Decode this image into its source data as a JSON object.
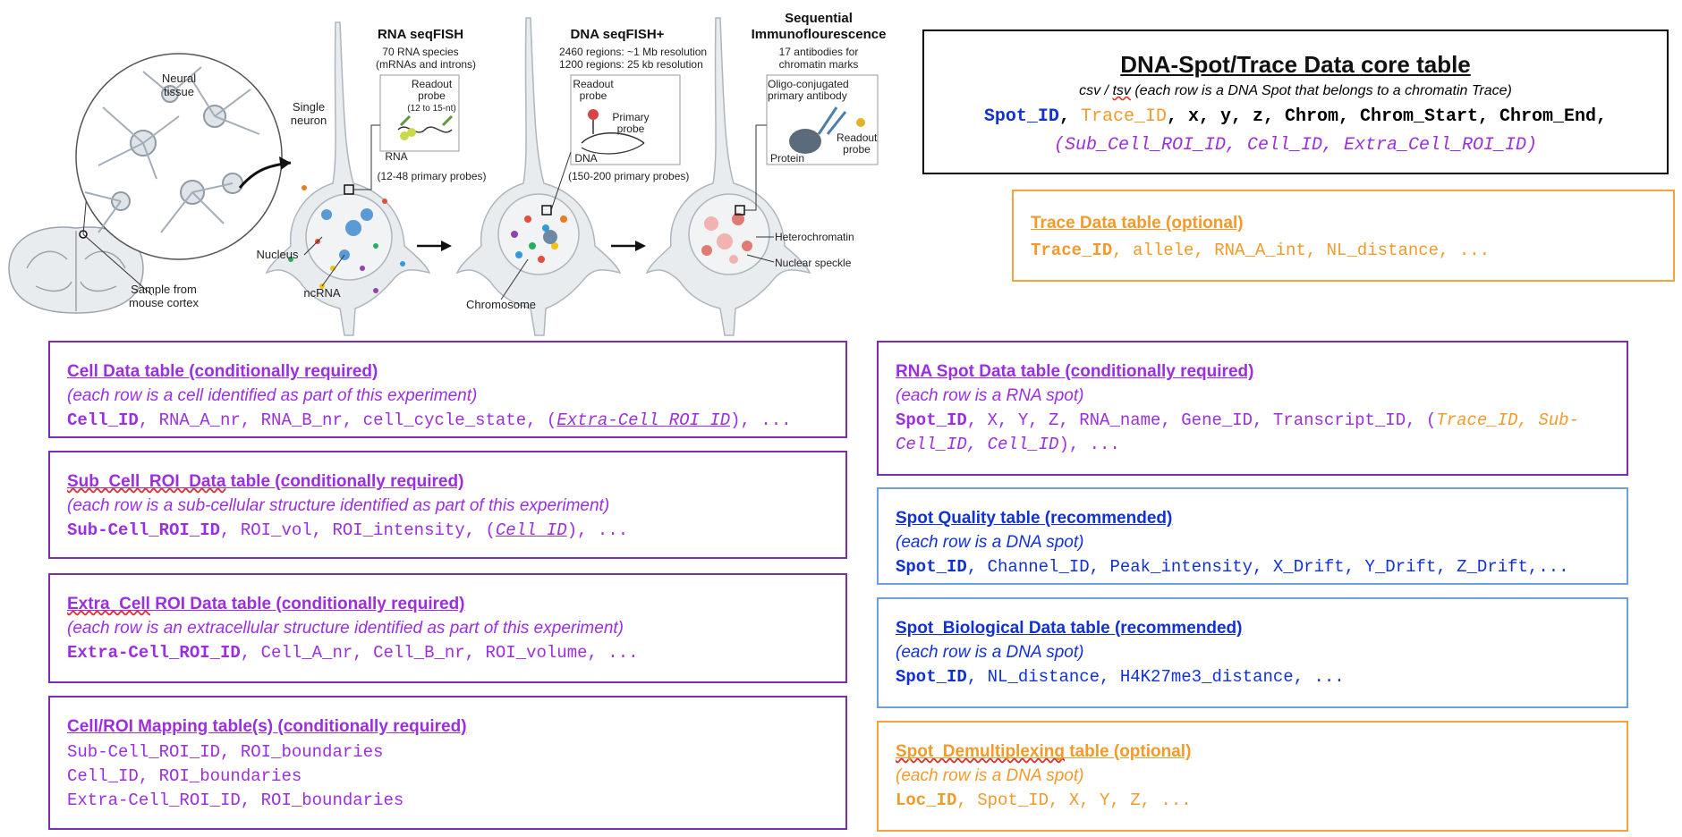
{
  "figure": {
    "neural_tissue": "Neural\ntissue",
    "single_neuron": "Single\nneuron",
    "sample": "Sample from\nmouse cortex",
    "nucleus": "Nucleus",
    "ncrna": "ncRNA",
    "chromosome": "Chromosome",
    "rna": {
      "head": "RNA seqFISH",
      "sub1": "70 RNA species",
      "sub2": "(mRNAs and introns)",
      "readout": "Readout\nprobe",
      "readout_len": "(12 to 15-nt)",
      "mol": "RNA",
      "primary": "(12-48 primary probes)"
    },
    "dna": {
      "head": "DNA seqFISH+",
      "sub1": "2460 regions: ~1 Mb resolution",
      "sub2": "1200 regions: 25 kb resolution",
      "readout": "Readout\nprobe",
      "primary_probe": "Primary\nprobe",
      "mol": "DNA",
      "primary": "(150-200 primary probes)"
    },
    "if": {
      "head": "Sequential\nImmunoflourescence",
      "sub1": "17 antibodies for",
      "sub2": "chromatin marks",
      "oligo": "Oligo-conjugated\nprimary antibody",
      "readout": "Readout\nprobe",
      "mol": "Protein",
      "hetero": "Heterochromatin",
      "speckle": "Nuclear speckle"
    }
  },
  "core": {
    "title": "DNA-Spot/Trace Data core table",
    "desc_pre": "csv / ",
    "desc_tsv": "tsv",
    "desc_post": " (each row is a DNA Spot that belongs to a chromatin Trace)",
    "f_spot": "Spot_ID",
    "sep1": ", ",
    "f_trace": "Trace_ID",
    "f_rest": ", x, y, z, Chrom, Chrom_Start, Chrom_End,",
    "line2": "(Sub_Cell_ROI_ID, Cell_ID, Extra_Cell_ROI_ID)"
  },
  "trace": {
    "title": "Trace Data table (optional)",
    "key": "Trace_ID",
    "rest": ", allele, RNA_A_int, NL_distance, ..."
  },
  "cell": {
    "title": "Cell Data table (conditionally required)",
    "desc": "(each row is a cell identified as part of this experiment)",
    "key": "Cell_ID",
    "rest_pre": ", RNA_A_nr, RNA_B_nr, cell_cycle_state, (",
    "link": "Extra-Cell_ROI_ID",
    "rest_post": "), ..."
  },
  "subcell": {
    "title_a": "Sub_Cell_ROI_Data",
    "title_b": " table (conditionally required)",
    "desc": "(each row is a sub-cellular structure identified as part of this experiment)",
    "key": "Sub-Cell_ROI_ID",
    "rest_pre": ", ROI_vol, ROI_intensity, (",
    "link": "Cell_ID",
    "rest_post": "), ..."
  },
  "extracell": {
    "title_a": "Extra_Cell",
    "title_b": " ROI Data table (conditionally required)",
    "desc": "(each row is an extracellular structure identified as part of this experiment)",
    "key": "Extra-Cell_ROI_ID",
    "rest": ", Cell_A_nr, Cell_B_nr, ROI_volume, ..."
  },
  "mapping": {
    "title": "Cell/ROI Mapping table(s) (conditionally required)",
    "lines": [
      "Sub-Cell_ROI_ID, ROI_boundaries",
      "Cell_ID, ROI_boundaries",
      "Extra-Cell_ROI_ID, ROI_boundaries"
    ]
  },
  "rnaspot": {
    "title": "RNA Spot Data table (conditionally required)",
    "desc": "(each row is a RNA spot)",
    "key": "Spot_ID",
    "rest_pre": ", X, Y, Z, RNA_name, Gene_ID, Transcript_ID, (",
    "orange1": "Trace_ID, Sub-",
    "orange2": "Cell_ID, Cell_ID",
    "rest_post": "), ..."
  },
  "quality": {
    "title_a": "Spot",
    "title_b": " Quality table (recommended)",
    "desc": "(each row is a DNA spot)",
    "key": "Spot_ID",
    "rest": ", Channel_ID, Peak_intensity, X_Drift, Y_Drift, Z_Drift,..."
  },
  "bio": {
    "title_a": "Spot_Biological",
    "title_b": " Data table (recommended)",
    "desc": "(each row is a DNA spot)",
    "key": "Spot_ID",
    "rest": ", NL_distance, H4K27me3_distance, ..."
  },
  "demux": {
    "title_a": "Spot_Demultiplexing",
    "title_b": " table (optional)",
    "desc": "(each row is a DNA spot)",
    "key": "Loc_ID",
    "rest": ", Spot_ID, X, Y, Z, ..."
  },
  "colors": {
    "purple": "#9b2fe0",
    "blue": "#1131d6",
    "orange": "#f39a2b",
    "box_purple": "#7a2fb0",
    "box_blue": "#6fa0da",
    "box_orange": "#f3a33f"
  }
}
